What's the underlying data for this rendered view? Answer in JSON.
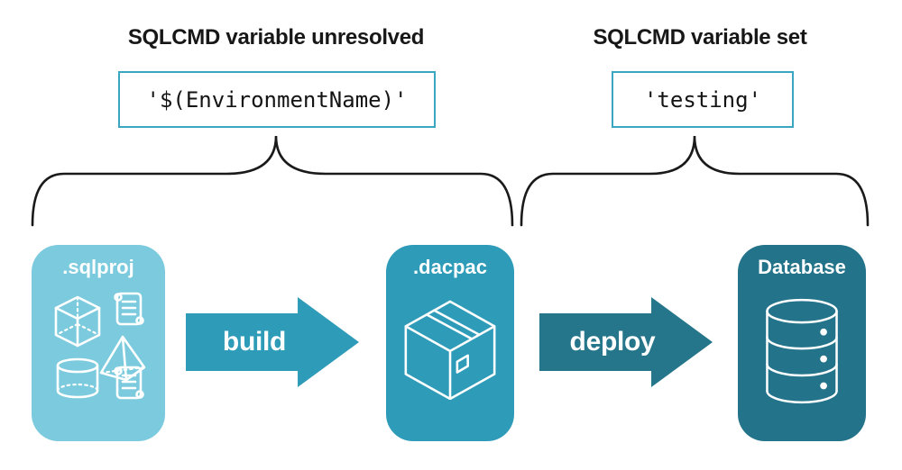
{
  "annotations": {
    "left": {
      "heading": "SQLCMD variable unresolved",
      "value": "'$(EnvironmentName)'"
    },
    "right": {
      "heading": "SQLCMD variable set",
      "value": "'testing'"
    }
  },
  "pipeline": {
    "stages": [
      {
        "label": ".sqlproj",
        "icon": "sql-project-objects-icon",
        "color": "#7BCADD"
      },
      {
        "label": ".dacpac",
        "icon": "package-icon",
        "color": "#2E9CB8"
      },
      {
        "label": "Database",
        "icon": "database-icon",
        "color": "#23738A"
      }
    ],
    "arrows": [
      {
        "label": "build",
        "color": "#2E9CB8"
      },
      {
        "label": "deploy",
        "color": "#26768B"
      }
    ]
  },
  "colors": {
    "background": "#FFFFFF",
    "heading_text": "#171717",
    "code_text": "#141414",
    "code_box_border": "#3BA6C1",
    "brace_stroke": "#1A1A1A",
    "icon_stroke": "#FFFFFF"
  }
}
